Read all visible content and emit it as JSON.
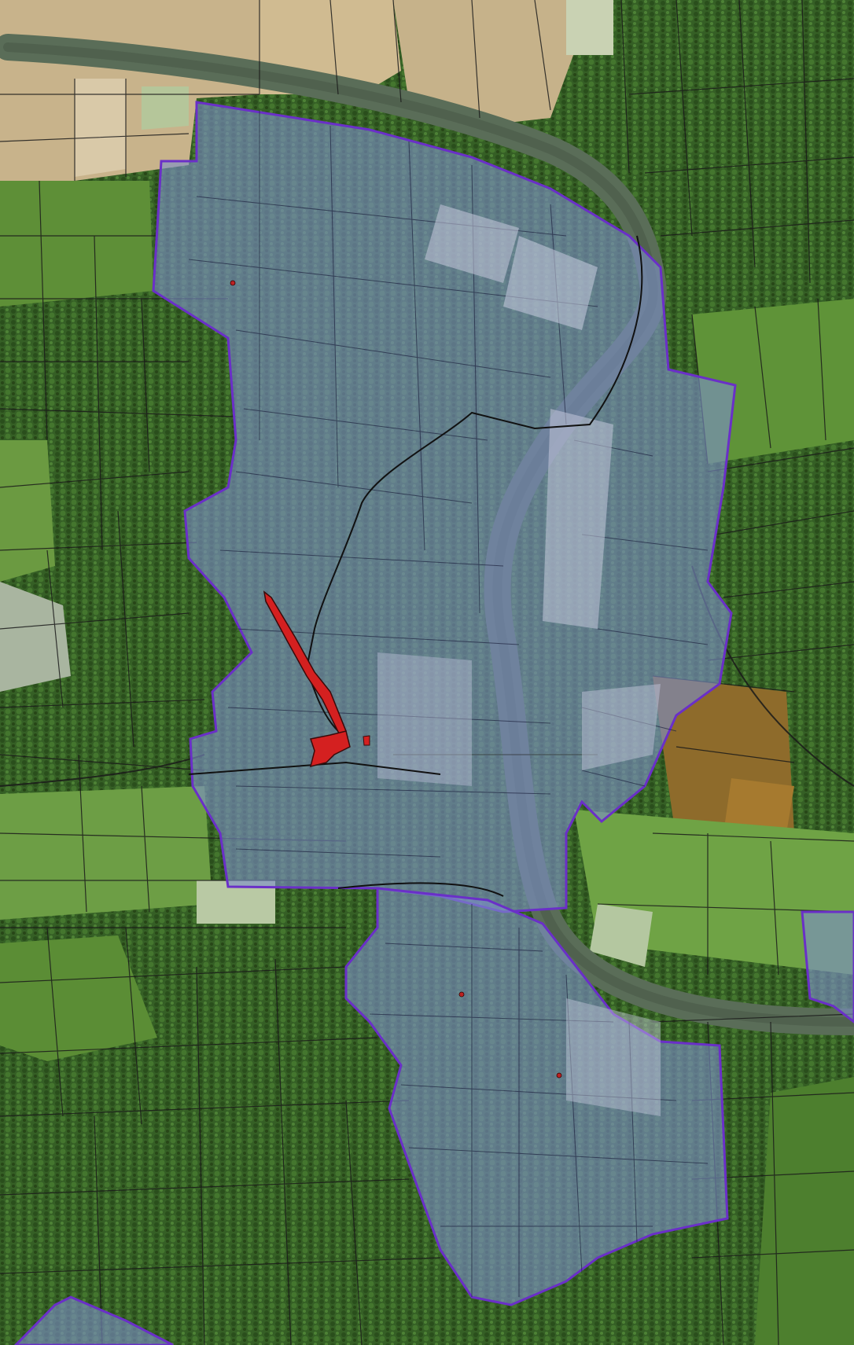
{
  "map": {
    "type": "aerial-cadastral-overlay",
    "colors": {
      "forest_dark": "#2f5a22",
      "forest_mid": "#3f6f2c",
      "grass": "#6e9a44",
      "field_tan": "#c9b48c",
      "field_brown": "#8e6c2a",
      "river": "#566b5c",
      "zone_fill": "#7c8fc8",
      "zone_border": "#6a2fc8",
      "parcel_line": "#1a1a1a",
      "feature_red": "#d42020"
    },
    "layers": [
      {
        "name": "aerial-imagery"
      },
      {
        "name": "cadastral-parcels"
      },
      {
        "name": "zone-overlay"
      },
      {
        "name": "red-feature"
      }
    ]
  }
}
